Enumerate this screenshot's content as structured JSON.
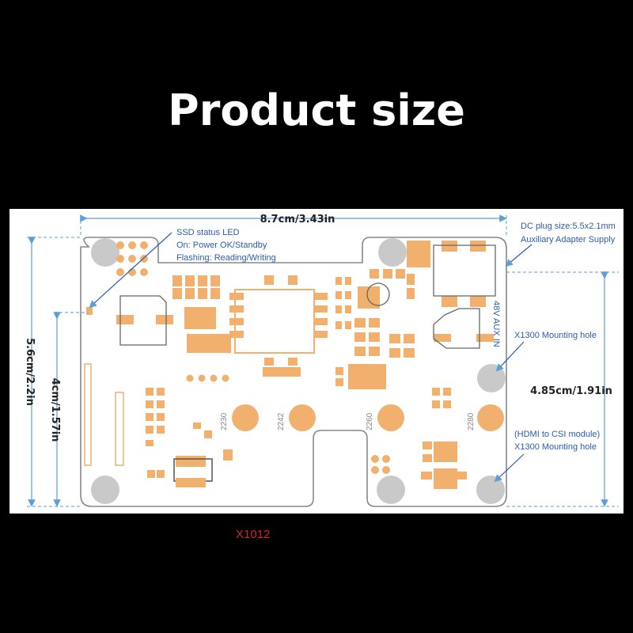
{
  "title": "Product size",
  "model": "X1012",
  "colors": {
    "board_outline": "#777777",
    "pad": "#f2b06f",
    "dim_line": "#5b9fd6",
    "hole": "#c8c8c8",
    "label": "#2a5db0",
    "model_text": "#d4242a"
  },
  "dimensions": {
    "width": "8.7cm/3.43in",
    "height_total": "5.6cm/2.2in",
    "height_inner": "4cm/1.57in",
    "height_right": "4.85cm/1.91in"
  },
  "annotations": {
    "led_title": "SSD status LED",
    "led_on": "On: Power OK/Standby",
    "led_flash": "Flashing: Reading/Writing",
    "dc_plug": "DC plug size:5.5x2.1mm",
    "aux_supply": "Auxiliary Adapter Supply",
    "aux_in": "48V AUX IN",
    "mount_hole_1": "X1300 Mounting hole",
    "hdmi_module": "(HDMI to CSI module)",
    "mount_hole_2": "X1300 Mounting hole"
  },
  "ssd_sizes": [
    "2230",
    "2242",
    "2260",
    "2280"
  ]
}
